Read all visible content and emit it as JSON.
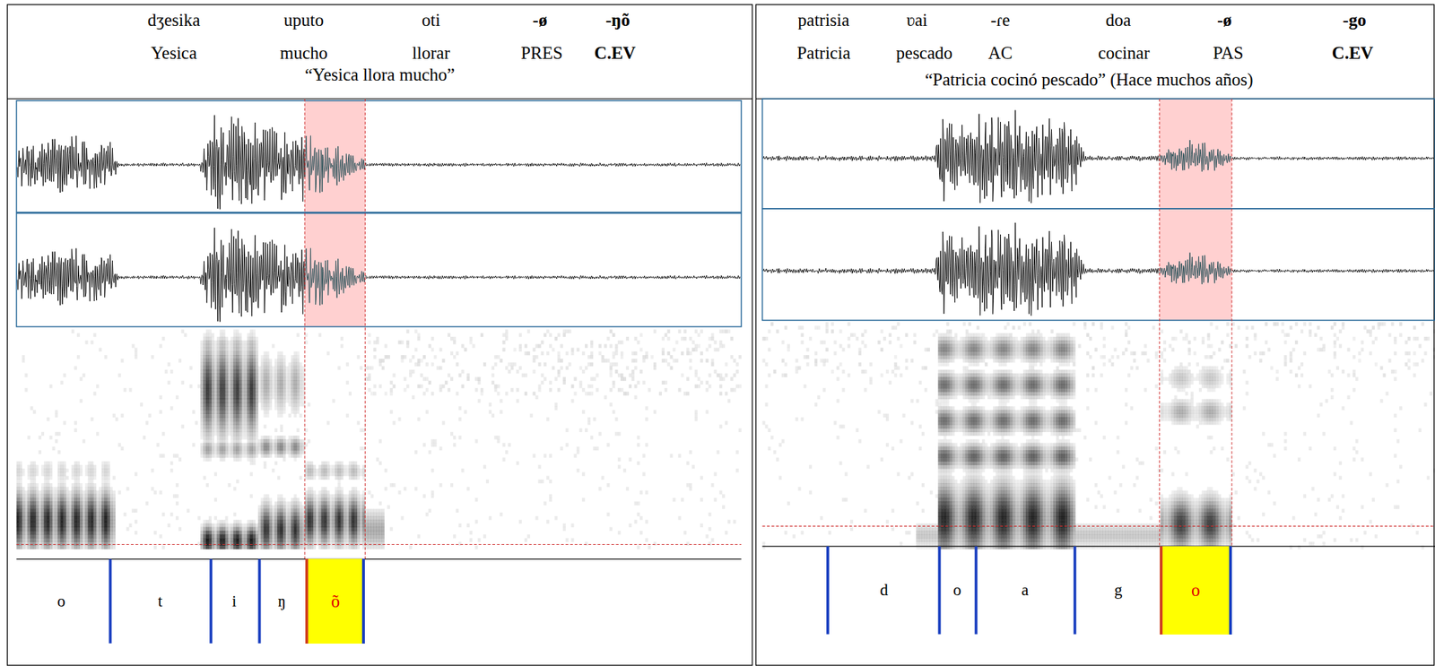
{
  "diagram": {
    "nodes": [
      {
        "text": [
          "õ"
        ]
      },
      {
        "text": [
          "o"
        ]
      }
    ],
    "labels": [
      "dʒesika",
      "uputo",
      "oti",
      "-ø",
      "-ŋõ",
      "Yesica",
      "mucho",
      "llorar",
      "PRES",
      "C.EV",
      "“Yesica llora mucho”",
      "o",
      "t",
      "i",
      "ŋ",
      "patrisia",
      "ʋai",
      "-ɾe",
      "doa",
      "-ø",
      "-go",
      "Patricia",
      "pescado",
      "AC",
      "cocinar",
      "PAS",
      "C.EV",
      "“Patricia cocinó pescado” (Hace muchos años)",
      "d",
      "o",
      "a",
      "g"
    ]
  }
}
